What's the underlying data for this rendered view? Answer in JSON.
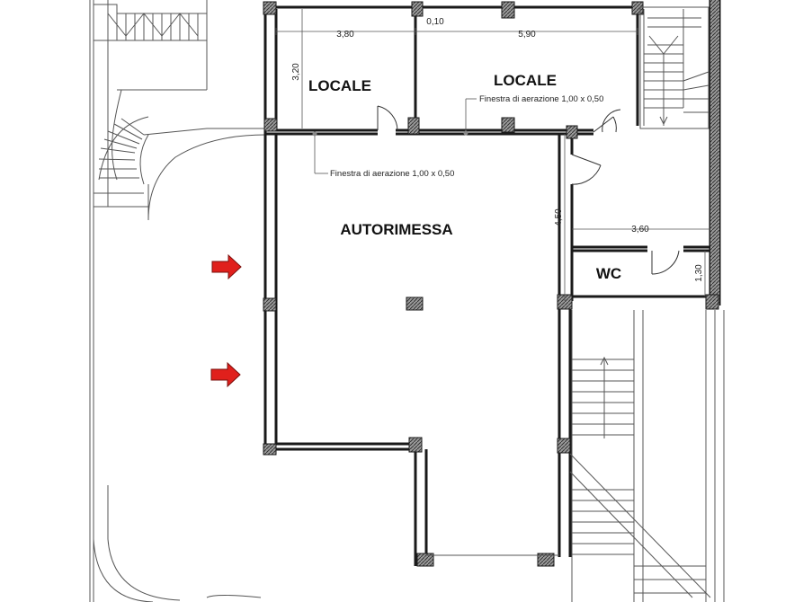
{
  "rooms": {
    "locale_1": "LOCALE",
    "locale_2": "LOCALE",
    "autorimessa": "AUTORIMESSA",
    "wc": "WC"
  },
  "dimensions": {
    "width_locale_1": "3,80",
    "wall_gap": "0,10",
    "width_locale_2": "5,90",
    "height_locale": "3,20",
    "height_corridor": "4,50",
    "width_wc": "3,60",
    "height_wc": "1,30"
  },
  "notes": {
    "window_locale": "Finestra di aerazione 1,00 x 0,50",
    "window_autorimessa": "Finestra di aerazione 1,00 x 0,50"
  },
  "colors": {
    "wall": "#1a1a1a",
    "pillar": "#555555",
    "arrow": "#e0201c",
    "thin_line": "#555555"
  },
  "icons": {
    "entrance_arrow": "red-arrow-right"
  }
}
